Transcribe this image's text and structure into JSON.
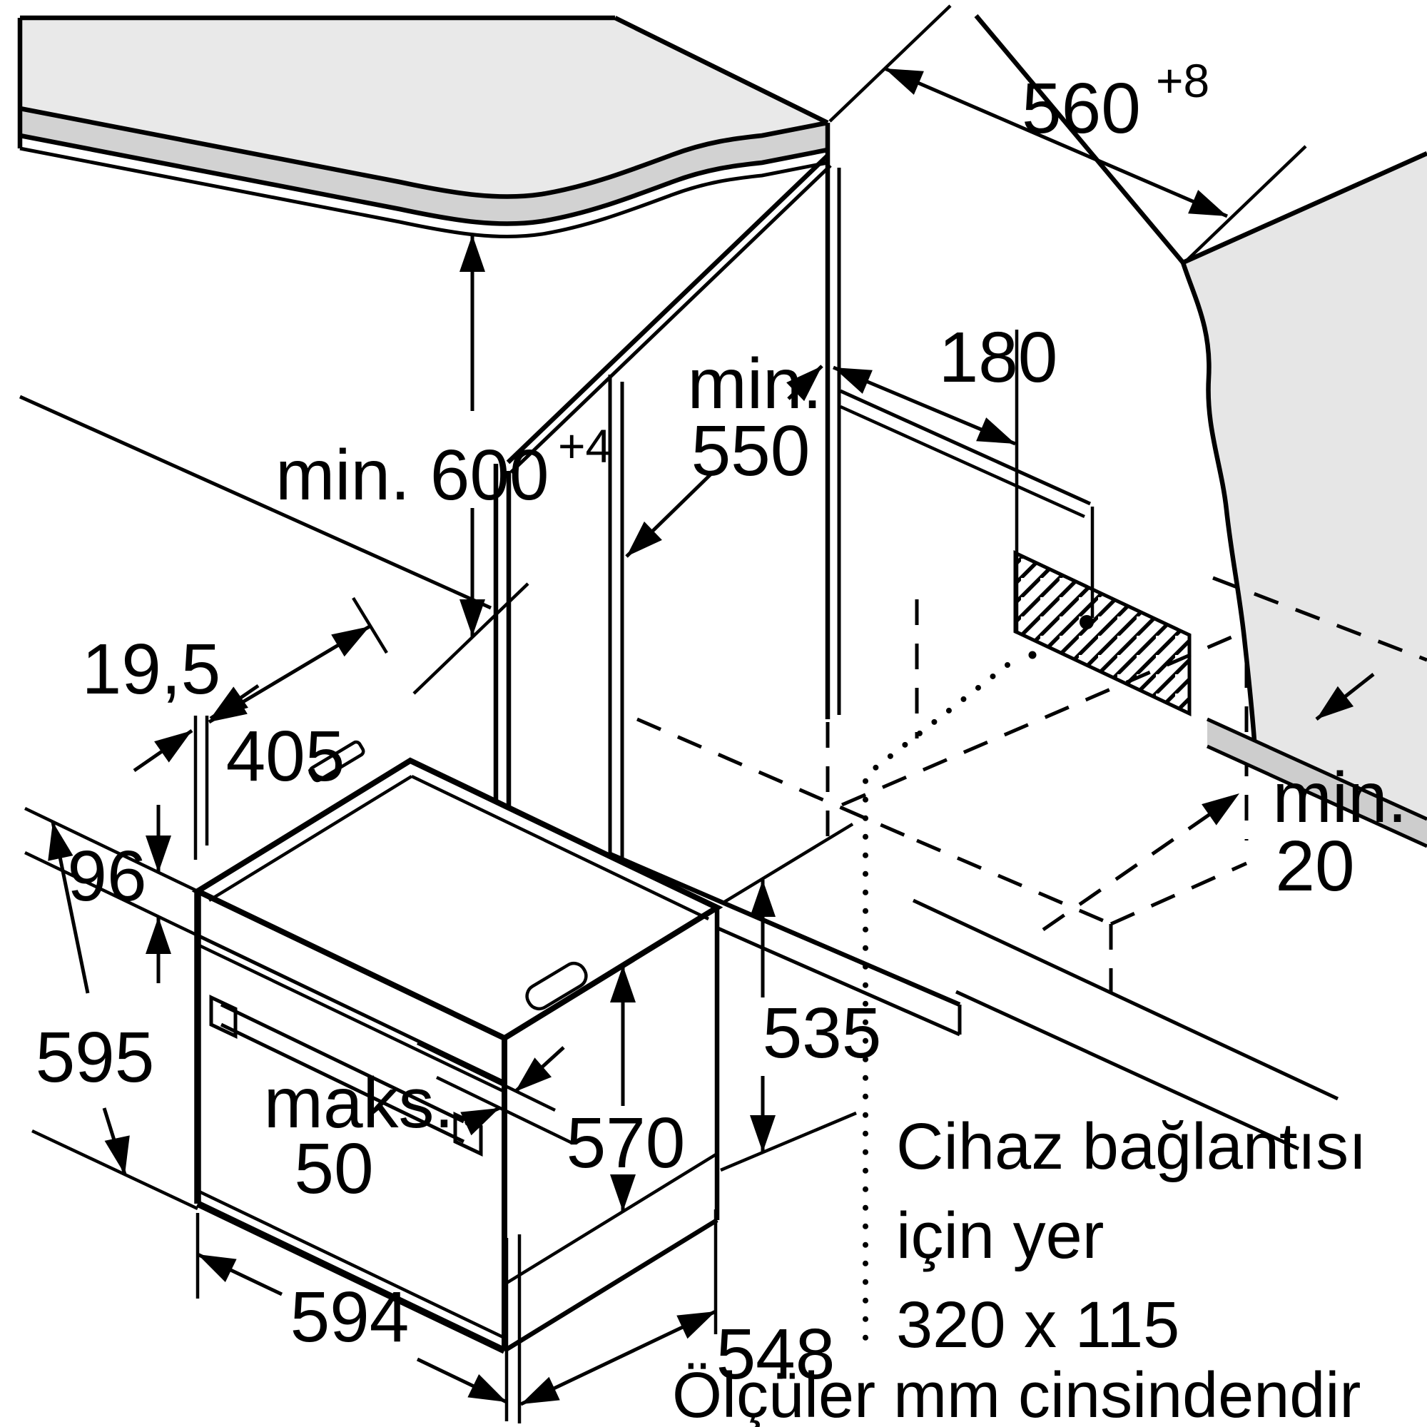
{
  "diagram": {
    "kind": "oven built-in installation drawing",
    "units_note": "Ölçüler mm cinsindendir",
    "connection_note": {
      "line1": "Cihaz bağlantısı",
      "line2": "için yer",
      "line3": "320 x 115"
    },
    "dimensions": {
      "niche_width": {
        "base": "560",
        "sup": "+8"
      },
      "niche_height": {
        "base": "min. 600",
        "sup": "+4"
      },
      "niche_depth": {
        "line1": "min.",
        "line2": "550"
      },
      "connection_offset": {
        "value": "180"
      },
      "wall_clearance": {
        "line1": "min.",
        "line2": "20"
      },
      "facia_gap": {
        "value": "19,5"
      },
      "top_depth": {
        "value": "405"
      },
      "panel_height": {
        "value": "96"
      },
      "oven_height": {
        "value": "595"
      },
      "handle_protrusion": {
        "line1": "maks.",
        "line2": "50"
      },
      "door_height": {
        "value": "570"
      },
      "body_side_height": {
        "value": "535"
      },
      "oven_width": {
        "value": "594"
      },
      "body_depth": {
        "value": "548"
      }
    },
    "colors": {
      "line": "#000000",
      "worktop_surface": "#e9e9e9",
      "worktop_edge": "#d2d2d2",
      "wall_surface": "#e6e6e6",
      "wall_base": "#cdcdcd",
      "background": "#ffffff"
    }
  }
}
